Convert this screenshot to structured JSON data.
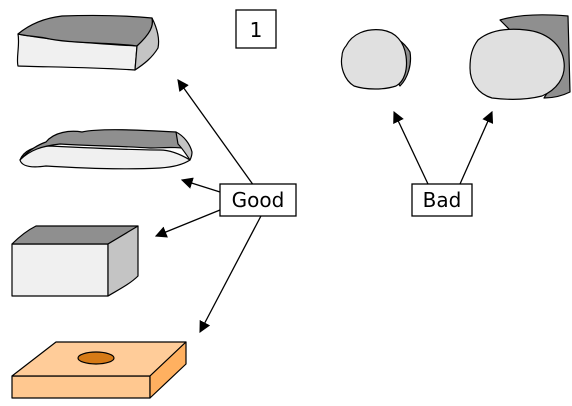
{
  "figure_number": "1",
  "labels": {
    "good": "Good",
    "bad": "Bad"
  },
  "colors": {
    "top_face": "#8f8f8f",
    "side_face": "#e0e0e0",
    "front_face": "#f0f0f0",
    "dark_side": "#c4c4c4",
    "orange_front": "#ffc890",
    "orange_top": "#ffcc99",
    "orange_side": "#ffb060",
    "orange_hole": "#d67a16"
  }
}
